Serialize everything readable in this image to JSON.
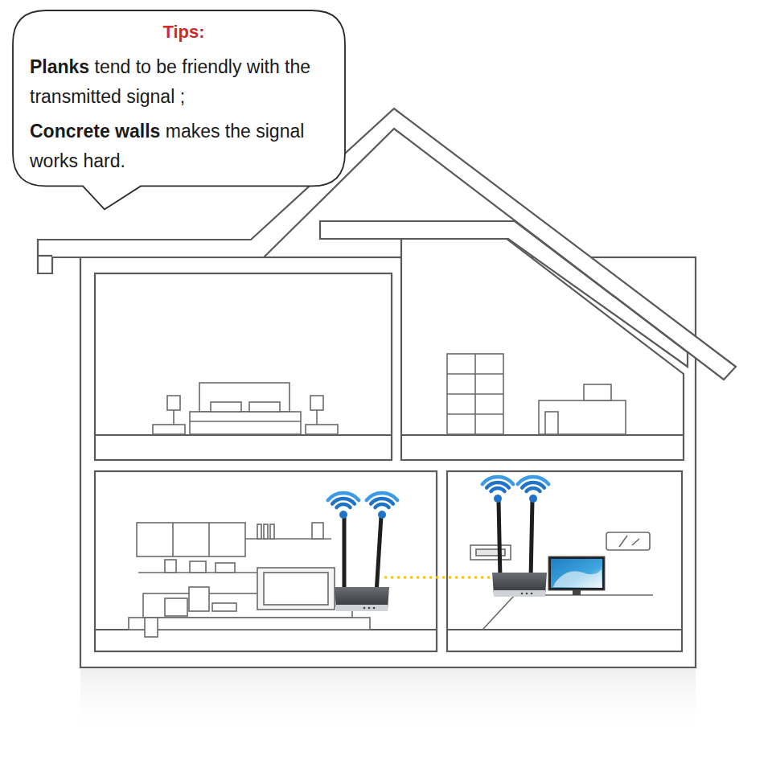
{
  "diagram": {
    "nodes": [
      {
        "text": [
          "Tips:",
          "Planks tend to be friendly with the transmitted signal ;",
          "Concrete walls makes the signal works hard."
        ]
      }
    ]
  }
}
